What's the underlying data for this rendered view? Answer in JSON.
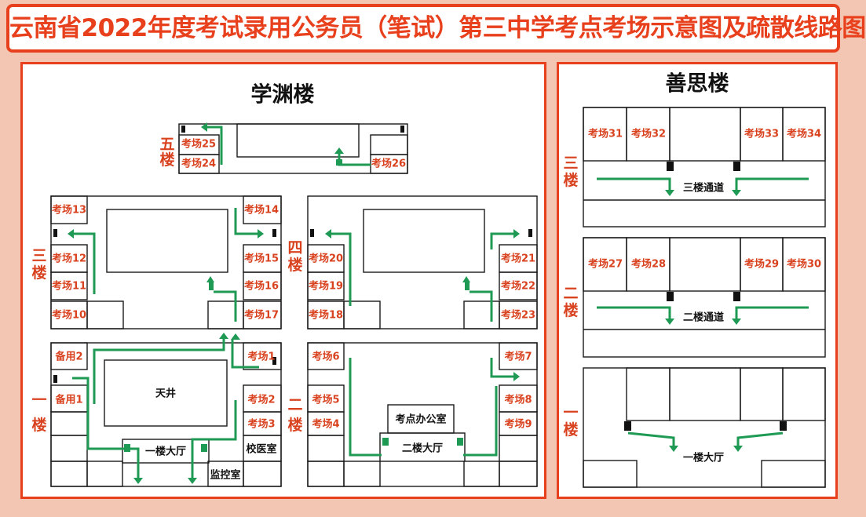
{
  "title": "云南省2022年度考试录用公务员（笔试）第三中学考点考场示意图及疏散线路图",
  "buildings": {
    "left": "学渊楼",
    "right": "善思楼"
  },
  "floors": {
    "five": "五楼",
    "three": "三楼",
    "four": "四楼",
    "one": "一楼",
    "two": "二楼"
  },
  "rooms": {
    "r1": "考场1",
    "r2": "考场2",
    "r3": "考场3",
    "r4": "考场4",
    "r5": "考场5",
    "r6": "考场6",
    "r7": "考场7",
    "r8": "考场8",
    "r9": "考场9",
    "r10": "考场10",
    "r11": "考场11",
    "r12": "考场12",
    "r13": "考场13",
    "r14": "考场14",
    "r15": "考场15",
    "r16": "考场16",
    "r17": "考场17",
    "r18": "考场18",
    "r19": "考场19",
    "r20": "考场20",
    "r21": "考场21",
    "r22": "考场22",
    "r23": "考场23",
    "r24": "考场24",
    "r25": "考场25",
    "r26": "考场26",
    "r27": "考场27",
    "r28": "考场28",
    "r29": "考场29",
    "r30": "考场30",
    "r31": "考场31",
    "r32": "考场32",
    "r33": "考场33",
    "r34": "考场34",
    "spare1": "备用1",
    "spare2": "备用2"
  },
  "labels": {
    "courtyard": "天井",
    "hall1": "一楼大厅",
    "clinic": "校医室",
    "monitor": "监控室",
    "office": "考点办公室",
    "hall2": "二楼大厅",
    "corr3": "三楼通道",
    "corr2": "二楼通道",
    "hall_right": "一楼大厅"
  },
  "colors": {
    "accent": "#e8401c",
    "route": "#1f9a55"
  }
}
